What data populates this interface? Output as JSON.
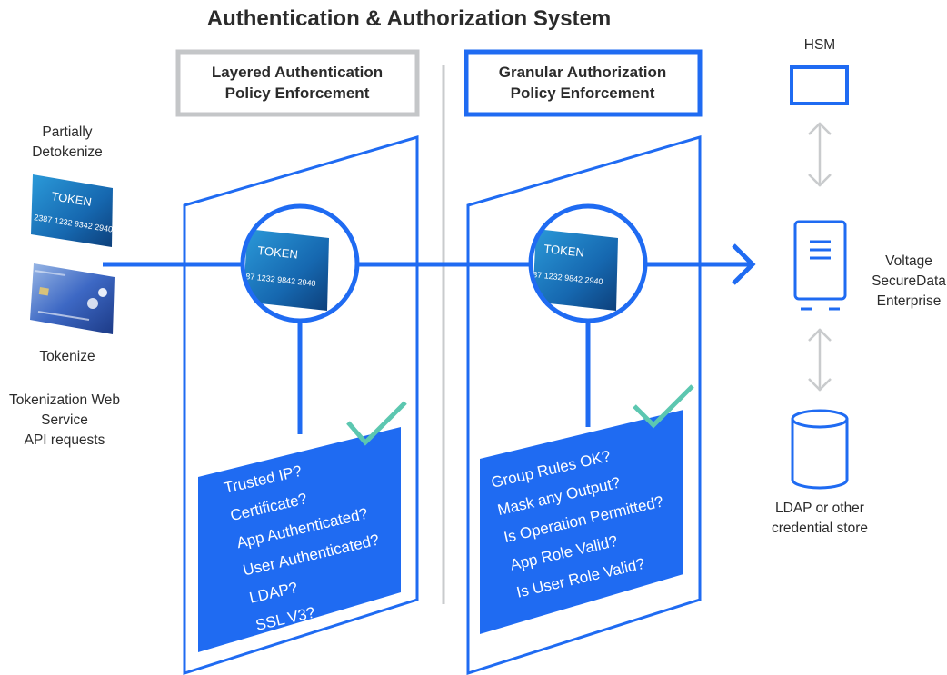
{
  "title": "Authentication & Authorization System",
  "left_box": {
    "line1": "Layered Authentication",
    "line2": "Policy Enforcement"
  },
  "right_box": {
    "line1": "Granular Authorization",
    "line2": "Policy Enforcement"
  },
  "left_side": {
    "partially": "Partially",
    "detokenize": "Detokenize",
    "tokenize": "Tokenize",
    "service_line1": "Tokenization Web",
    "service_line2": "Service",
    "service_line3": "API requests"
  },
  "token_card": {
    "word": "TOKEN",
    "number": "2387 1232 9342 2940"
  },
  "lens_token": {
    "word": "TOKEN",
    "number": "87 1232 9842 2940"
  },
  "auth_checks": [
    "Trusted IP?",
    "Certificate?",
    "App Authenticated?",
    "User Authenticated?",
    "LDAP?",
    "SSL V3?"
  ],
  "authz_checks": [
    "Group Rules OK?",
    "Mask any Output?",
    "Is Operation Permitted?",
    "App Role Valid?",
    "Is User Role Valid?"
  ],
  "right_side": {
    "hsm": "HSM",
    "voltage1": "Voltage",
    "voltage2": "SecureData",
    "voltage3": "Enterprise",
    "ldap1": "LDAP or other",
    "ldap2": "credential store"
  },
  "colors": {
    "blue": "#1f6bf2",
    "grey_box": "#c4c6c8",
    "check": "#5cc7b0",
    "arrow_grey": "#c9cbcd"
  },
  "icons": [
    "token-card-icon",
    "credit-card-icon",
    "hsm-icon",
    "server-icon",
    "database-icon",
    "checkmark-icon",
    "arrow-right-icon",
    "double-arrow-icon"
  ]
}
